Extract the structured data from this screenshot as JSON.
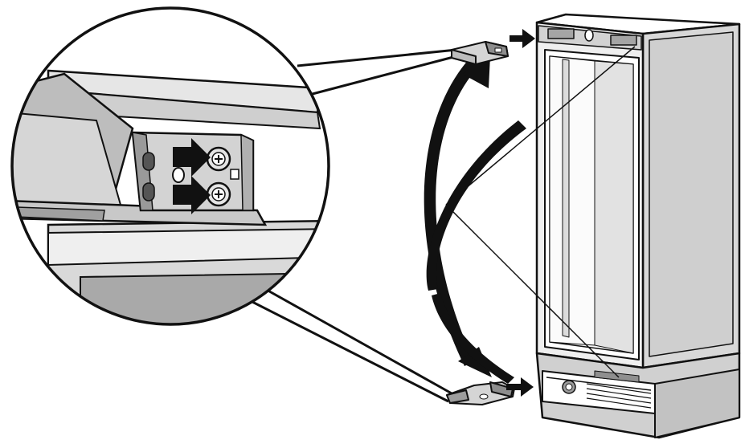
{
  "figure": {
    "background": "#ffffff",
    "colors": {
      "ink": "#111111",
      "light_gray": "#e4e4e4",
      "mid_gray": "#bdbdbd",
      "dark_gray": "#8a8a8a",
      "shadow": "#6e6e6e"
    },
    "parts": {
      "magnifier": "detail-circle",
      "appliance": "refrigerator-cabinet",
      "brackets": [
        "top-mounting-bracket",
        "bottom-mounting-bracket"
      ],
      "screws": [
        "upper-screw-icon",
        "lower-screw-icon"
      ],
      "arrows": [
        "upper-screw-arrow",
        "lower-screw-arrow",
        "top-bracket-arrow",
        "bottom-bracket-arrow",
        "curved-swap-arrows"
      ]
    }
  }
}
